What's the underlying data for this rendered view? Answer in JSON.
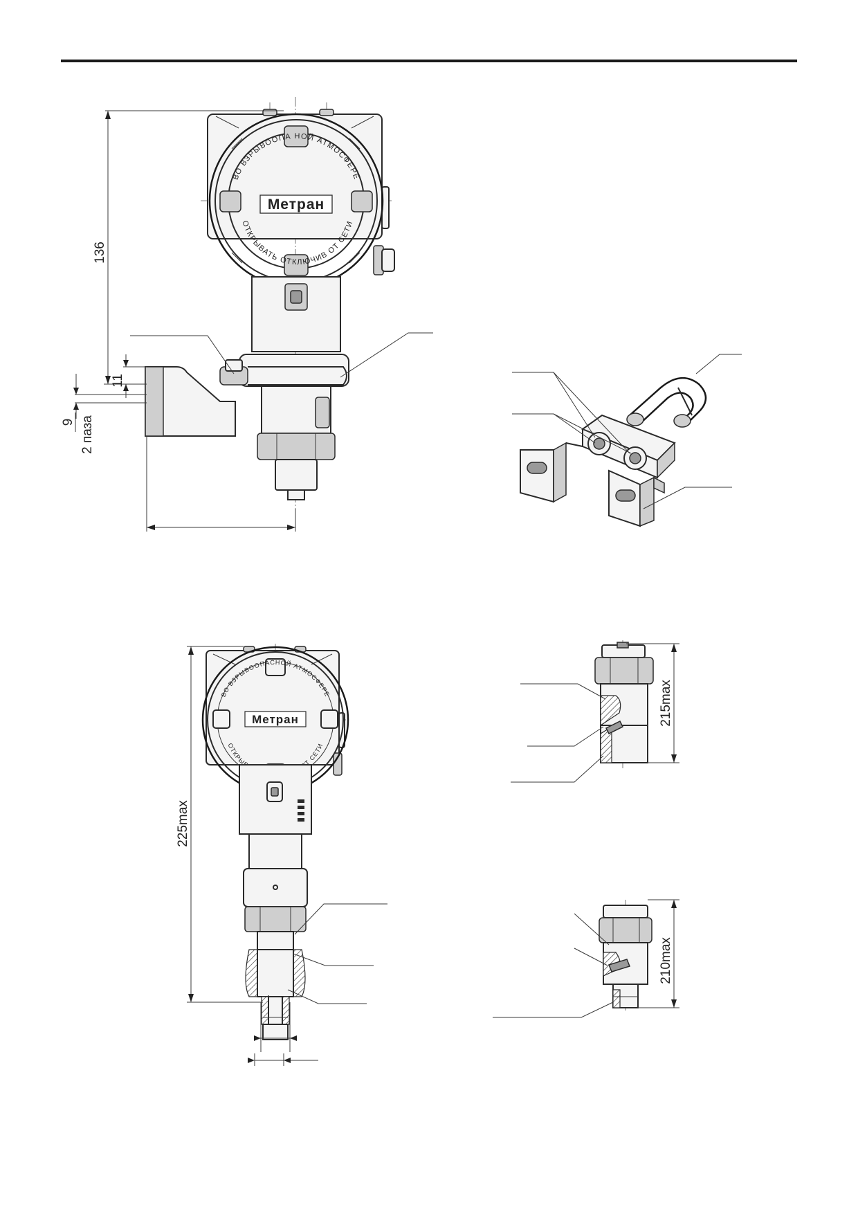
{
  "logo": {
    "brand_text": "Метран"
  },
  "labels": {
    "cover_top_text": "ВО ВЗРЫВООПАСНОЙ АТМОСФЕРЕ",
    "cover_bottom_text": "ОТКРЫВАТЬ ОТКЛЮЧИВ ОТ СЕТИ",
    "cover_top_text_upper_view": "ВО ВЗРЫВООПА НОЙ АТМОСФЕРЕ"
  },
  "dimensions": {
    "height_136": "136",
    "gap_11": "11",
    "slot_9": "9",
    "slots_count": "2 паза",
    "height_225max": "225max",
    "height_215max": "215max",
    "height_210max": "210max"
  },
  "colors": {
    "line": "#2a2a2a",
    "background": "#ffffff"
  }
}
